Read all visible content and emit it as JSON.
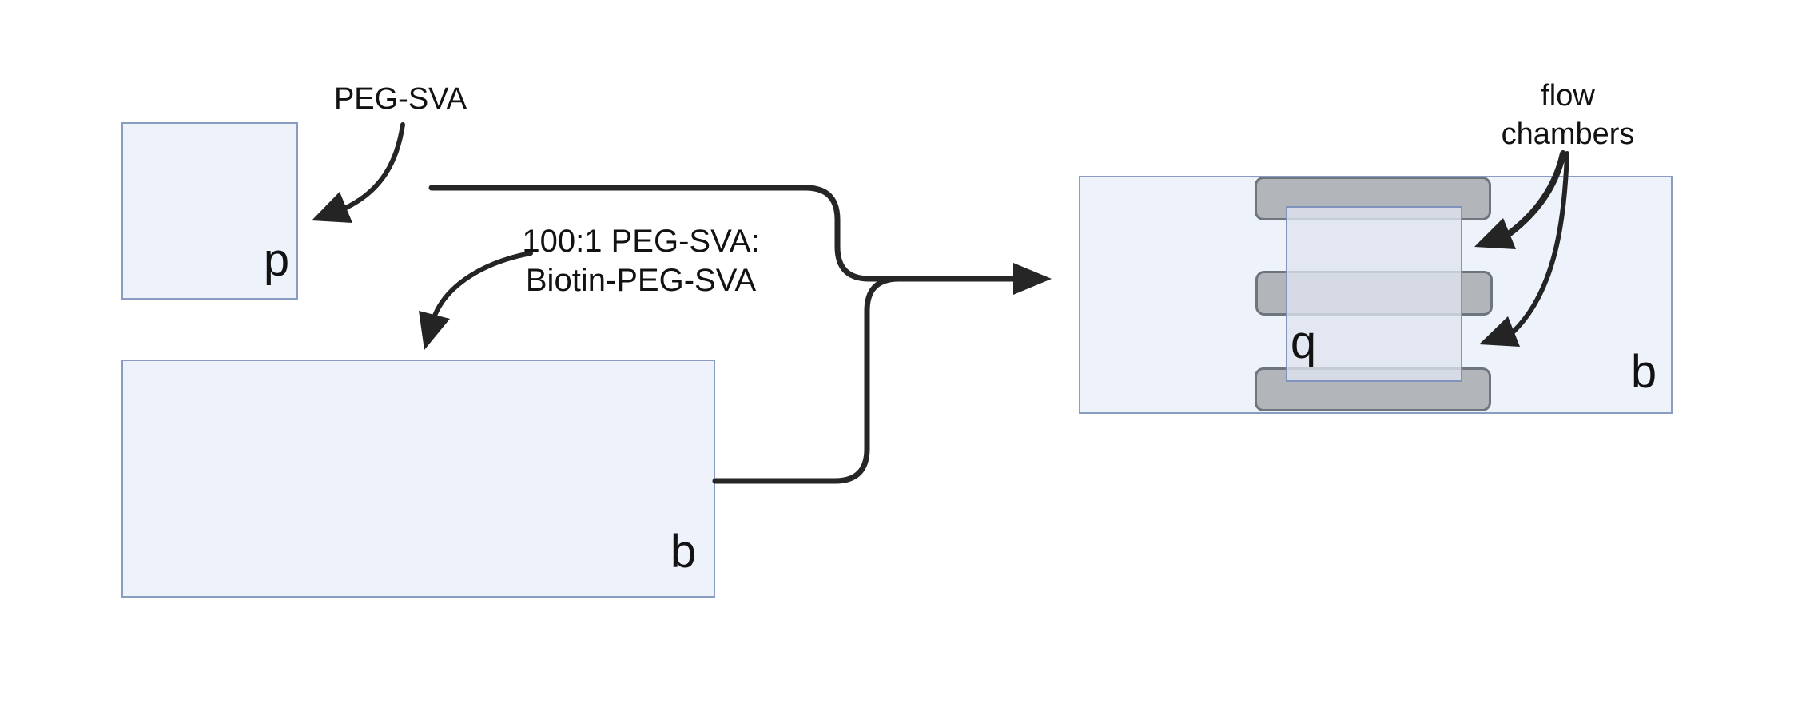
{
  "diagram": {
    "title_hint": "flow chamber assembly schematic",
    "colors": {
      "background": "#ffffff",
      "glass_fill": "#edf2fb",
      "glass_border": "#8b9cc3",
      "tab_fill": "#b2b5b9",
      "tab_border": "#6e757c",
      "coverslip_fill": "#dfe4ef",
      "arrow_black": "#242424",
      "text_black": "#121212"
    },
    "labels": {
      "peg_sva": "PEG-SVA",
      "ratio_line1": "100:1 PEG-SVA:",
      "ratio_line2": "Biotin-PEG-SVA",
      "flow_line1": "flow",
      "flow_line2": "chambers",
      "coverslip_letter": "p",
      "biotin_slide_letter": "b",
      "assembly_coverslip_letter": "q",
      "assembly_slide_letter": "b"
    }
  }
}
